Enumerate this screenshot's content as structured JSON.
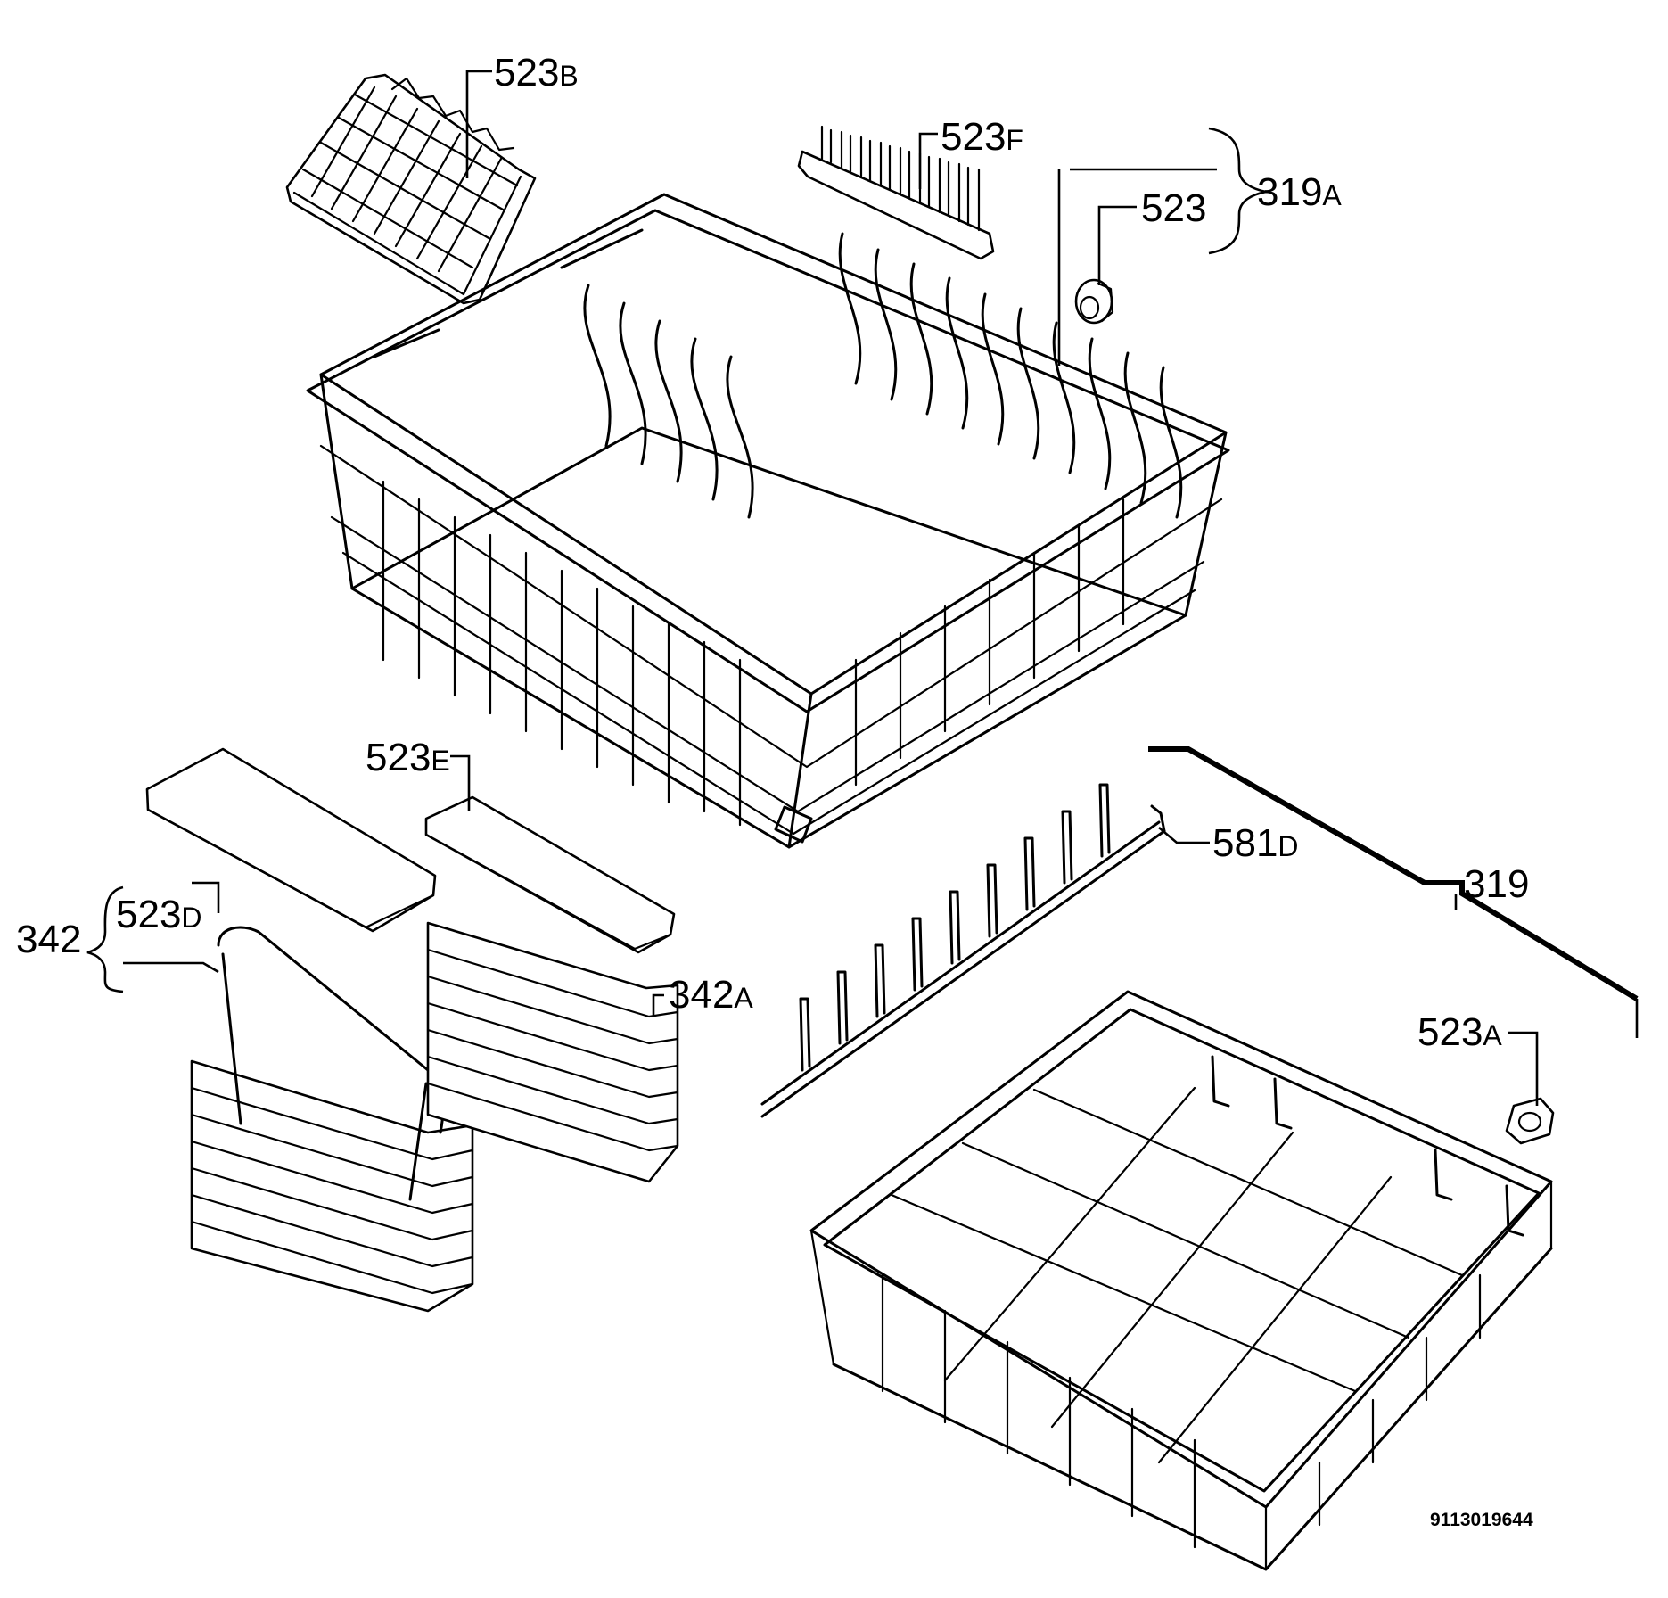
{
  "labels": {
    "l523B": {
      "num": "523",
      "suffix": "B"
    },
    "l523F": {
      "num": "523",
      "suffix": "F"
    },
    "l319A": {
      "num": "319",
      "suffix": "A"
    },
    "l523": {
      "num": "523",
      "suffix": ""
    },
    "l523E": {
      "num": "523",
      "suffix": "E"
    },
    "l581D": {
      "num": "581",
      "suffix": "D"
    },
    "l319": {
      "num": "319",
      "suffix": ""
    },
    "l342": {
      "num": "342",
      "suffix": ""
    },
    "l523D": {
      "num": "523",
      "suffix": "D"
    },
    "l342A": {
      "num": "342",
      "suffix": "A"
    },
    "l523A": {
      "num": "523",
      "suffix": "A"
    }
  },
  "drawing_code": "9113019644"
}
